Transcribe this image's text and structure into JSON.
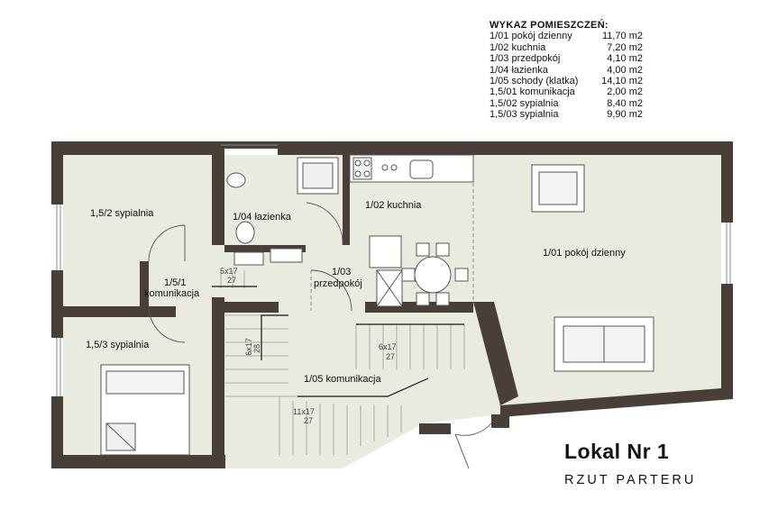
{
  "legend": {
    "title": "WYKAZ  POMIESZCZEŃ:",
    "rows": [
      {
        "name": "1/01 pokój  dzienny",
        "area": "11,70 m2"
      },
      {
        "name": "1/02 kuchnia",
        "area": "7,20 m2"
      },
      {
        "name": "1/03 przedpokój",
        "area": "4,10 m2"
      },
      {
        "name": "1/04 łazienka",
        "area": "4,00 m2"
      },
      {
        "name": "1/05 schody (klatka)",
        "area": "14,10 m2"
      },
      {
        "name": "1,5/01 komunikacja",
        "area": "2,00 m2"
      },
      {
        "name": "1,5/02 sypialnia",
        "area": "8,40 m2"
      },
      {
        "name": "1,5/03 sypialnia",
        "area": "9,90 m2"
      }
    ]
  },
  "rooms": {
    "bedroom2": "1,5/2  sypialnia",
    "bathroom": "1/04 łazienka",
    "kitchen": "1/02 kuchnia",
    "living": "1/01 pokój dzienny",
    "hall_num": "1/5/1",
    "hall_name": "komunikacja",
    "entry_num": "1/03",
    "entry_name": "przedpokój",
    "bedroom3": "1,5/3 sypialnia",
    "stairs": "1/05 komunikacja"
  },
  "stairs": {
    "a_top": "5x17",
    "a_bottom": "27",
    "b_top": "6x17",
    "b_bottom": "28",
    "c_top": "6x17",
    "c_bottom": "27",
    "d_top": "11x17",
    "d_bottom": "27"
  },
  "unit": {
    "title": "Lokal  Nr 1",
    "subtitle": "RZUT PARTERU"
  },
  "colors": {
    "wall": "#4a3f38",
    "floor": "#e9ebdf",
    "line": "#666666"
  }
}
